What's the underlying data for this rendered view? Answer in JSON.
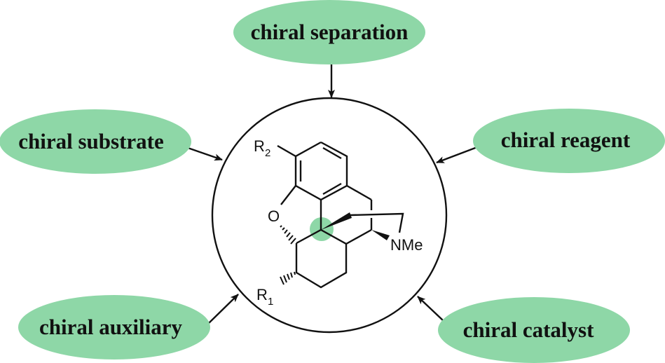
{
  "colors": {
    "node_fill": "#8ed7a7",
    "stereocenter_highlight": "#8ed7a7",
    "line": "#111111",
    "text": "#111111",
    "background": "#ffffff"
  },
  "center": {
    "description": "morphinan scaffold with highlighted quaternary stereocenter",
    "labels": {
      "r2": "R",
      "r2_sub": "2",
      "r1": "R",
      "r1_sub": "1",
      "oxygen": "O",
      "amine": "NMe"
    }
  },
  "nodes": [
    {
      "id": "separation",
      "label": "chiral separation",
      "position": "top"
    },
    {
      "id": "substrate",
      "label": "chiral substrate",
      "position": "left"
    },
    {
      "id": "reagent",
      "label": "chiral reagent",
      "position": "right"
    },
    {
      "id": "auxiliary",
      "label": "chiral auxiliary",
      "position": "bottom-left"
    },
    {
      "id": "catalyst",
      "label": "chiral catalyst",
      "position": "bottom-right"
    }
  ],
  "edges": [
    {
      "from": "separation",
      "to": "center"
    },
    {
      "from": "substrate",
      "to": "center"
    },
    {
      "from": "reagent",
      "to": "center"
    },
    {
      "from": "auxiliary",
      "to": "center"
    },
    {
      "from": "catalyst",
      "to": "center"
    }
  ]
}
